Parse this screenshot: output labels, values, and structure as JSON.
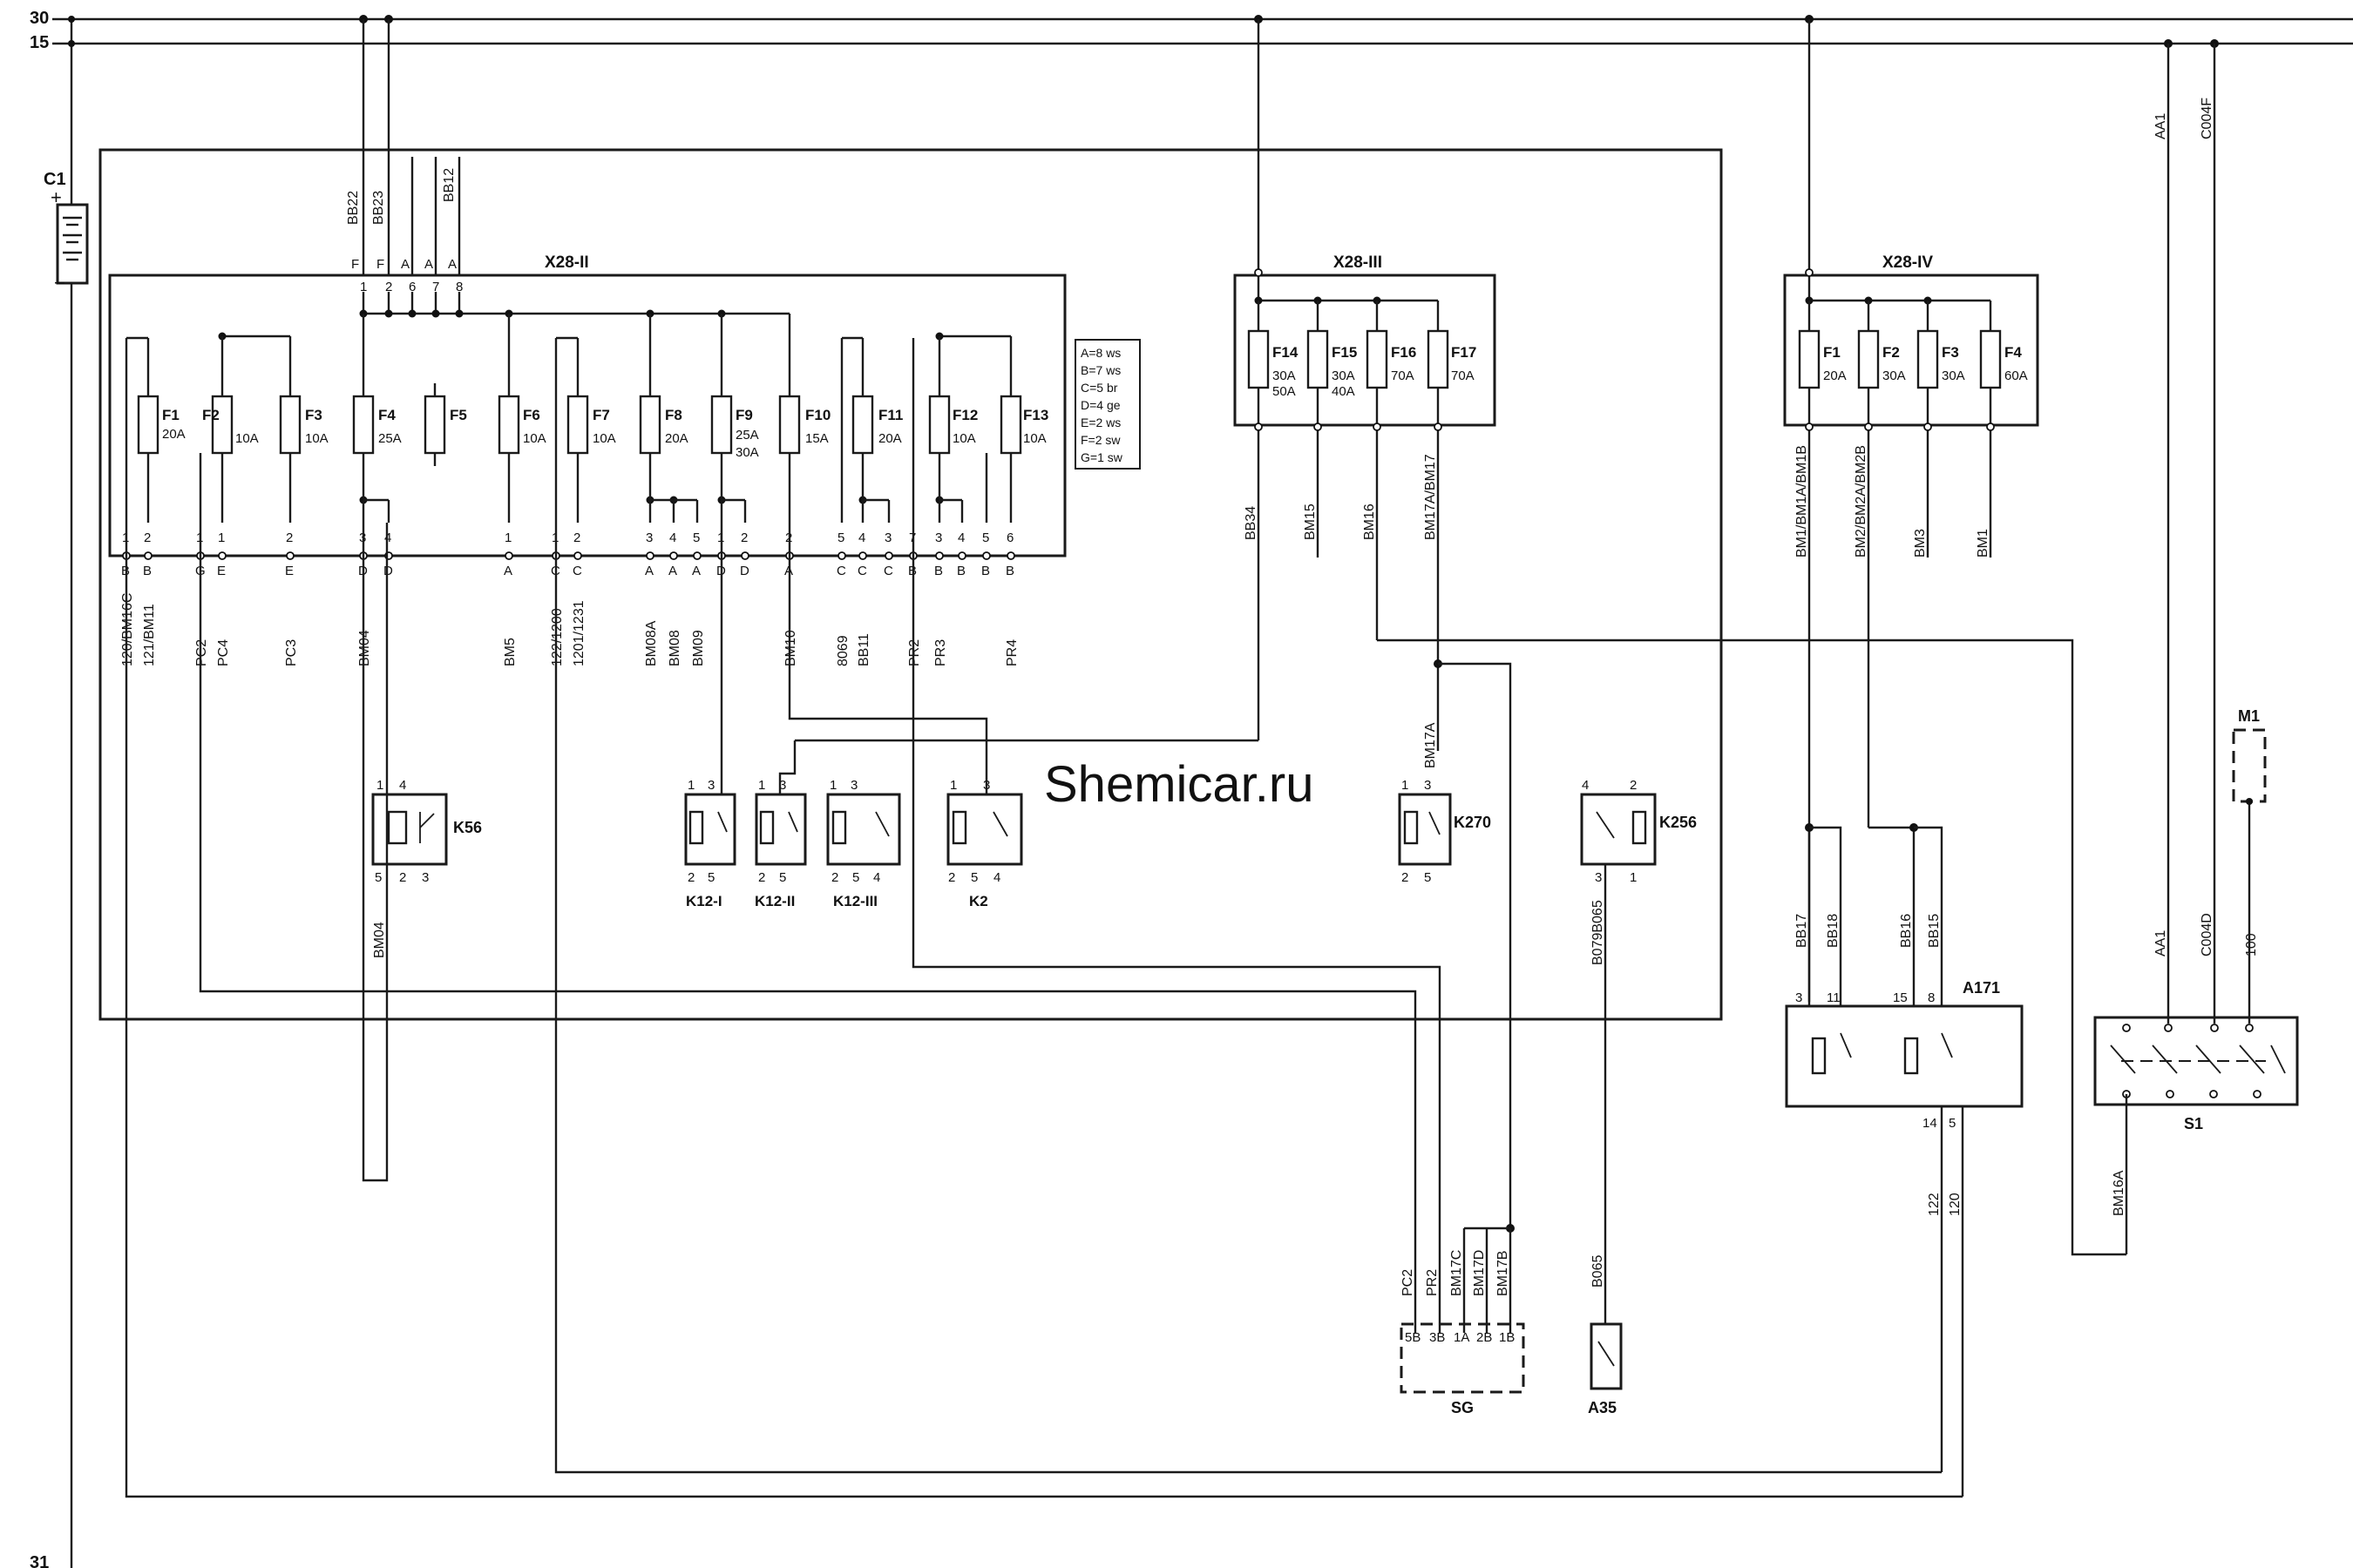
{
  "rails": {
    "r30": "30",
    "r15": "15",
    "r31": "31"
  },
  "battery": {
    "label": "C1",
    "plus": "+",
    "minus": "−"
  },
  "x28_2": {
    "label": "X28-II",
    "top_pins": [
      {
        "wire": "BB22",
        "letter": "F",
        "num": "1"
      },
      {
        "wire": "BB23",
        "letter": "F",
        "num": "2"
      },
      {
        "wire": "",
        "letter": "A",
        "num": "6"
      },
      {
        "wire": "",
        "letter": "A",
        "num": "7"
      },
      {
        "wire": "BB12",
        "letter": "A",
        "num": "8"
      }
    ],
    "fuses": [
      {
        "name": "F1",
        "rating": "20A"
      },
      {
        "name": "F2",
        "rating": "10A"
      },
      {
        "name": "F3",
        "rating": "10A"
      },
      {
        "name": "F4",
        "rating": "25A"
      },
      {
        "name": "F5",
        "rating": ""
      },
      {
        "name": "F6",
        "rating": "10A"
      },
      {
        "name": "F7",
        "rating": "10A"
      },
      {
        "name": "F8",
        "rating": "20A"
      },
      {
        "name": "F9",
        "rating": "25A",
        "rating2": "30A"
      },
      {
        "name": "F10",
        "rating": "15A"
      },
      {
        "name": "F11",
        "rating": "20A"
      },
      {
        "name": "F12",
        "rating": "10A"
      },
      {
        "name": "F13",
        "rating": "10A"
      }
    ],
    "bottom_pins": [
      {
        "num": "1",
        "letter": "B",
        "wire": "120/BM16C"
      },
      {
        "num": "2",
        "letter": "B",
        "wire": "121/BM11"
      },
      {
        "num": "1",
        "letter": "G",
        "wire": "PC2"
      },
      {
        "num": "1",
        "letter": "E",
        "wire": "PC4"
      },
      {
        "num": "2",
        "letter": "E",
        "wire": "PC3"
      },
      {
        "num": "3",
        "letter": "D",
        "wire": "BM04"
      },
      {
        "num": "4",
        "letter": "D",
        "wire": ""
      },
      {
        "num": "1",
        "letter": "A",
        "wire": "BM5"
      },
      {
        "num": "1",
        "letter": "C",
        "wire": "122/1200"
      },
      {
        "num": "2",
        "letter": "C",
        "wire": "1201/1231"
      },
      {
        "num": "3",
        "letter": "A",
        "wire": "BM08A"
      },
      {
        "num": "4",
        "letter": "A",
        "wire": "BM08"
      },
      {
        "num": "5",
        "letter": "A",
        "wire": "BM09"
      },
      {
        "num": "1",
        "letter": "D",
        "wire": ""
      },
      {
        "num": "2",
        "letter": "D",
        "wire": ""
      },
      {
        "num": "2",
        "letter": "A",
        "wire": "BM10"
      },
      {
        "num": "5",
        "letter": "C",
        "wire": "8069"
      },
      {
        "num": "4",
        "letter": "C",
        "wire": "BB11"
      },
      {
        "num": "3",
        "letter": "C",
        "wire": ""
      },
      {
        "num": "7",
        "letter": "B",
        "wire": "PR2"
      },
      {
        "num": "3",
        "letter": "B",
        "wire": "PR3"
      },
      {
        "num": "4",
        "letter": "B",
        "wire": ""
      },
      {
        "num": "5",
        "letter": "B",
        "wire": ""
      },
      {
        "num": "6",
        "letter": "B",
        "wire": "PR4"
      }
    ]
  },
  "legend": [
    "A=8 ws",
    "B=7 ws",
    "C=5 br",
    "D=4 ge",
    "E=2 ws",
    "F=2 sw",
    "G=1 sw"
  ],
  "x28_3": {
    "label": "X28-III",
    "fuses": [
      {
        "name": "F14",
        "rating": "30A",
        "rating2": "50A"
      },
      {
        "name": "F15",
        "rating": "30A",
        "rating2": "40A"
      },
      {
        "name": "F16",
        "rating": "70A"
      },
      {
        "name": "F17",
        "rating": "70A"
      }
    ],
    "wires": [
      "BB34",
      "BM15",
      "BM16",
      "BM17A/BM17"
    ]
  },
  "x28_4": {
    "label": "X28-IV",
    "fuses": [
      {
        "name": "F1",
        "rating": "20A"
      },
      {
        "name": "F2",
        "rating": "30A"
      },
      {
        "name": "F3",
        "rating": "30A"
      },
      {
        "name": "F4",
        "rating": "60A"
      }
    ],
    "wires": [
      "BM1/BM1A/BM1B",
      "BM2/BM2A/BM2B",
      "BM3",
      "BM1"
    ]
  },
  "right_wires": {
    "aa1": "AA1",
    "c004f": "C004F",
    "aa1b": "AA1",
    "c004d": "C004D",
    "w100": "100"
  },
  "relays": {
    "k56": {
      "label": "K56",
      "pins": [
        "1",
        "4",
        "5",
        "2",
        "3"
      ]
    },
    "k12_1": {
      "label": "K12-I",
      "pins": [
        "1",
        "3",
        "2",
        "5"
      ]
    },
    "k12_2": {
      "label": "K12-II",
      "pins": [
        "1",
        "3",
        "2",
        "5"
      ]
    },
    "k12_3": {
      "label": "K12-III",
      "pins": [
        "1",
        "3",
        "2",
        "5",
        "4"
      ]
    },
    "k2": {
      "label": "K2",
      "pins": [
        "1",
        "3",
        "2",
        "5",
        "4"
      ]
    },
    "k270": {
      "label": "K270",
      "pins": [
        "1",
        "3",
        "2",
        "5"
      ]
    },
    "k256": {
      "label": "K256",
      "pins": [
        "4",
        "2",
        "3",
        "1"
      ]
    }
  },
  "misc_wires": {
    "bm04b": "BM04",
    "bm17a": "BM17A",
    "b079": "B079B065",
    "b065": "B065",
    "bm16a": "BM16A"
  },
  "a171": {
    "label": "A171",
    "wires": [
      "BB17",
      "BB18",
      "BB16",
      "BB15"
    ],
    "top_pins": [
      "3",
      "11",
      "15",
      "8"
    ],
    "bottom_pins": [
      "14",
      "5"
    ],
    "out_wires": [
      "122",
      "120"
    ]
  },
  "s1": {
    "label": "S1"
  },
  "m1": {
    "label": "M1"
  },
  "sg": {
    "label": "SG",
    "pins": [
      "5B",
      "3B",
      "1A",
      "2B",
      "1B"
    ],
    "wires": [
      "PC2",
      "PR2",
      "BM17C",
      "BM17D",
      "BM17B"
    ]
  },
  "a35": {
    "label": "A35"
  },
  "watermark": "Shemicar.ru"
}
